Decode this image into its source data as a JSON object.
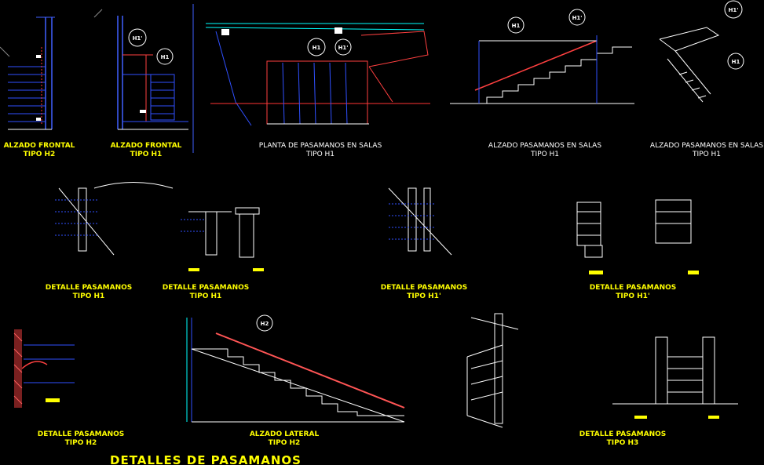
{
  "sheet_title": "DETALLES DE PASAMANOS",
  "views": {
    "alzado_frontal_h2": {
      "title": "ALZADO FRONTAL",
      "sub": "TIPO H2"
    },
    "alzado_frontal_h1": {
      "title": "ALZADO FRONTAL",
      "sub": "TIPO H1"
    },
    "planta_salas": {
      "title": "PLANTA DE PASAMANOS EN SALAS",
      "sub": "TIPO H1"
    },
    "alzado_salas_1": {
      "title": "ALZADO PASAMANOS EN SALAS",
      "sub": "TIPO H1"
    },
    "alzado_salas_2": {
      "title": "ALZADO PASAMANOS EN SALAS",
      "sub": "TIPO H1"
    },
    "detalle_h1_a": {
      "title": "DETALLE PASAMANOS",
      "sub": "TIPO H1"
    },
    "detalle_h1_b": {
      "title": "DETALLE PASAMANOS",
      "sub": "TIPO H1"
    },
    "detalle_h1_c": {
      "title": "DETALLE PASAMANOS",
      "sub": "TIPO H1'"
    },
    "detalle_h1_d": {
      "title": "DETALLE PASAMANOS",
      "sub": "TIPO H1'"
    },
    "detalle_h2": {
      "title": "DETALLE PASAMANOS",
      "sub": "TIPO H2"
    },
    "alzado_lateral_h2": {
      "title": "ALZADO LATERAL",
      "sub": "TIPO H2"
    },
    "detalle_h3": {
      "title": "DETALLE PASAMANOS",
      "sub": "TIPO H3"
    }
  },
  "tags": {
    "h1": "H1",
    "h1p": "H1'",
    "h2": "H2"
  },
  "colors": {
    "background": "#000000",
    "title_text": "#ffff00",
    "label_text": "#ffffff",
    "structure": "#0000ff",
    "annotation": "#4a6cff",
    "railing": "#ff4040",
    "glass": "#00ffff",
    "section": "#ff3333"
  }
}
